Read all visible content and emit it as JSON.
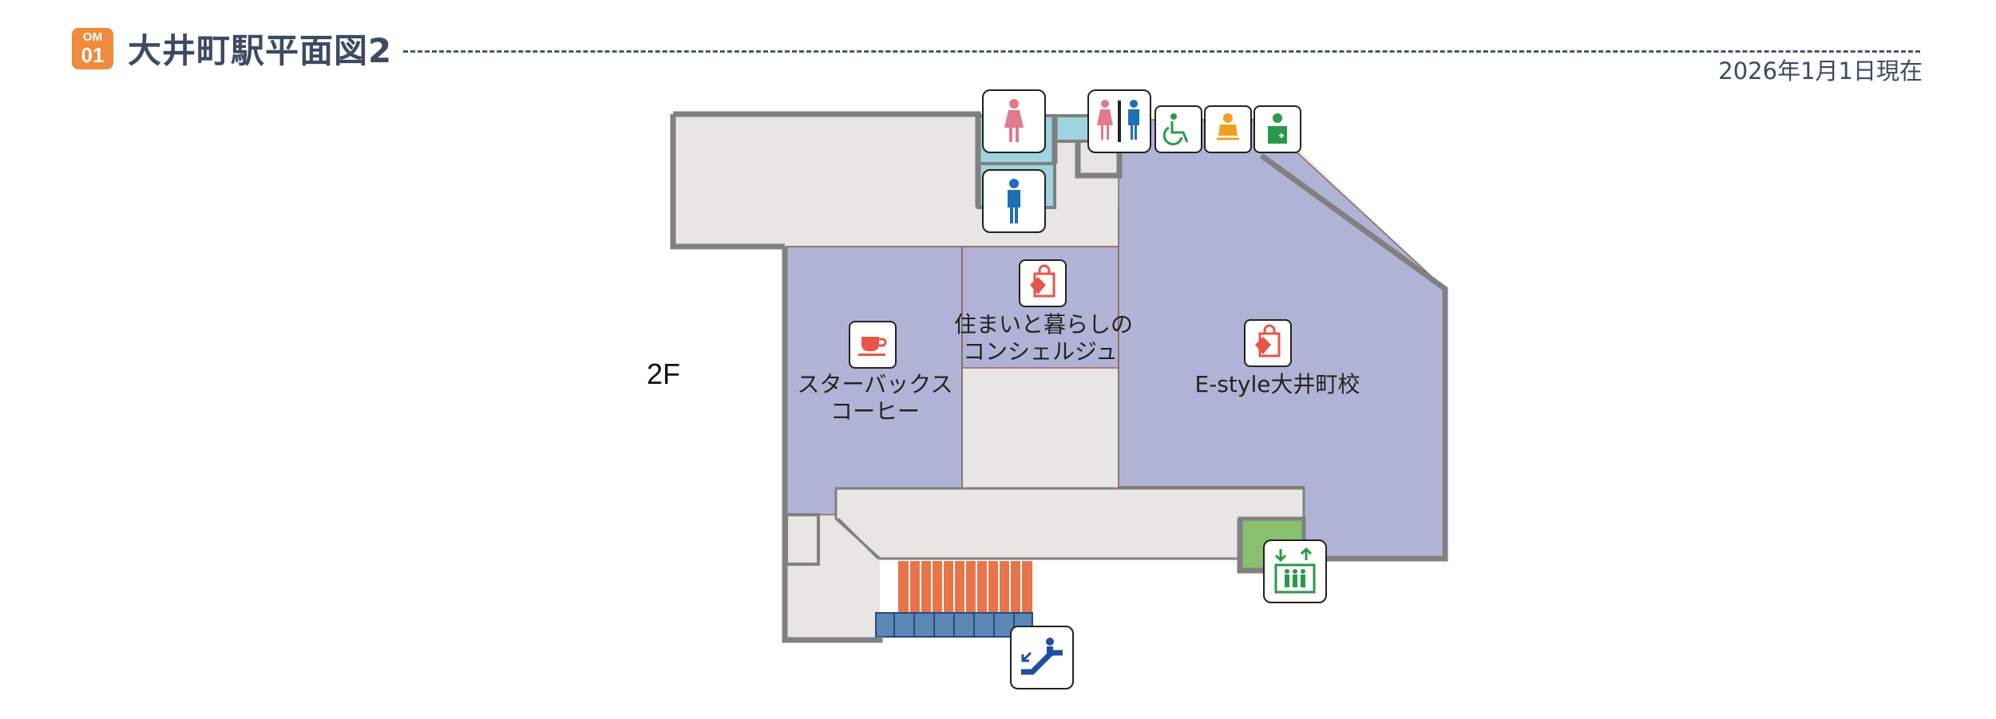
{
  "header": {
    "badge_line1": "OM",
    "badge_line2": "01",
    "title": "大井町駅平面図2",
    "as_of": "2026年1月1日現在"
  },
  "map": {
    "floor_label": "2F",
    "colors": {
      "wall": "#808080",
      "corridor": "#e8e6e4",
      "shop": "#b1b3d6",
      "restroom": "#9fd3df",
      "elevator": "#88c070",
      "stairs": "#e8754a",
      "escalator": "#5b87b6",
      "accent_orange": "#f08a3c",
      "shop_icon_red": "#e8554a",
      "female_pink": "#e07a8c",
      "male_blue": "#1f6fb5",
      "accessible_green": "#2a9a4a",
      "baby_orange": "#f0a020"
    },
    "areas": [
      {
        "id": "starbucks",
        "name_line1": "スターバックス",
        "name_line2": "コーヒー",
        "icon": "cafe-icon"
      },
      {
        "id": "concierge",
        "name_line1": "住まいと暮らしの",
        "name_line2": "コンシェルジュ",
        "icon": "shopping-bag-icon"
      },
      {
        "id": "estyle",
        "name_line1": "E-style大井町校",
        "icon": "shopping-bag-icon"
      }
    ],
    "facilities": [
      {
        "id": "womens-restroom",
        "icon": "female-restroom-icon"
      },
      {
        "id": "mens-restroom",
        "icon": "male-restroom-icon"
      },
      {
        "id": "multipurpose-restroom",
        "icon": "all-gender-restroom-icon"
      },
      {
        "id": "accessible",
        "icon": "wheelchair-icon"
      },
      {
        "id": "baby",
        "icon": "baby-care-icon"
      },
      {
        "id": "ostomate",
        "icon": "ostomate-icon"
      },
      {
        "id": "elevator",
        "icon": "elevator-icon"
      },
      {
        "id": "escalator",
        "icon": "escalator-icon"
      }
    ]
  }
}
